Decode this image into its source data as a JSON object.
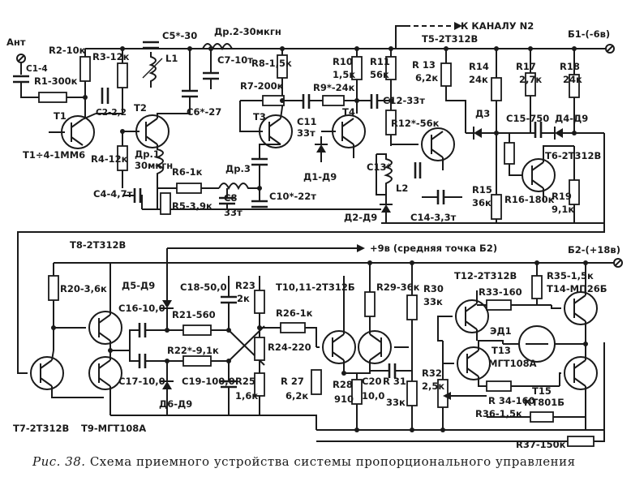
{
  "caption": {
    "figure": "Рис. 38.",
    "text": "Схема приемного устройства системы пропорционального управления"
  },
  "labels": {
    "antenna": "Ант",
    "top_channel": "К КАНАЛУ N2",
    "b1": "Б1-(-6в)",
    "b2": "Б2-(+18в)",
    "mid_point": "+9в (средняя точка Б2)",
    "c1": "C1-4",
    "r1": "R1-300к",
    "r2": "R2-10к",
    "r3": "R3-12к",
    "c5": "C5*-30",
    "l1": "L1",
    "dr2": "Др.2-30мкгн",
    "c7": "C7-10т",
    "r8": "R8-1,5к",
    "r10": "R10",
    "r10v": "1,5к",
    "r11": "R11",
    "r11v": "56к",
    "t5": "T5-2Т312В",
    "r13": "R 13",
    "r13v": "6,2к",
    "r14": "R14",
    "r14v": "24к",
    "r17": "R17",
    "r17v": "2,7к",
    "r18": "R18",
    "r18v": "24к",
    "t1": "T1",
    "c2": "C2-2,2",
    "t2": "T2",
    "c6": "C6*-27",
    "t1to4": "T1÷4-1ММ6",
    "r4": "R4-12к",
    "dr1": "Др.1",
    "dr1v": "30мкгн",
    "r7": "R7-200к",
    "r9": "R9*-24к",
    "t3": "T3",
    "c11": "C11",
    "c11v": "33т",
    "t4": "T4",
    "c12": "C12-33т",
    "r12": "R12*-56к",
    "d3": "Д3",
    "c15": "C15-750",
    "d4": "Д4-Д9",
    "t6": "T6-2Т312В",
    "c4": "C4-4,7т",
    "r6": "R6-1к",
    "dr3": "Др.3",
    "r5": "R5-3,9к",
    "c8": "C8",
    "c8v": "33т",
    "c10": "C10*-22т",
    "d1": "Д1-Д9",
    "c13": "C13*",
    "l2": "L2",
    "d2": "Д2-Д9",
    "c14": "C14-3,3т",
    "r15": "R15",
    "r15v": "36к",
    "r16": "R16-180к",
    "r19": "R19",
    "r19v": "9,1к",
    "t8": "T8-2Т312В",
    "r20": "R20-3,6к",
    "d5": "Д5-Д9",
    "c18": "C18-50,0",
    "r23": "R23",
    "r23v": "2к",
    "t10": "T10,11-2Т312Б",
    "r29": "R29-36к",
    "r30": "R30",
    "r30v": "33к",
    "t12": "T12-2Т312В",
    "r35": "R35-1,5к",
    "t14": "T14-МП26Б",
    "c16": "C16-10,0",
    "r21": "R21-560",
    "r26": "R26-1к",
    "r33": "R33-160",
    "ed1": "ЭД1",
    "t13": "T13",
    "t13v": "МГТ108А",
    "r22": "R22*-9,1к",
    "r24": "R24-220",
    "c17": "C17-10,0",
    "c19": "C19-100,0",
    "r25": "R25",
    "r25v": "1,6к",
    "r27": "R 27",
    "r27v": "6,2к",
    "r28": "R28",
    "r28v": "910",
    "c20": "C20",
    "c20v": "10,0",
    "r31": "R 31",
    "r31v": "33к",
    "r32": "R32",
    "r32v": "2,5к",
    "r34": "R 34-160",
    "t15": "T15",
    "t15v": "КТ801Б",
    "d6": "Д6-Д9",
    "r36": "R36-1,5к",
    "r37": "R37-150к",
    "t7": "T7-2Т312В",
    "t9": "T9-МГТ108А"
  }
}
